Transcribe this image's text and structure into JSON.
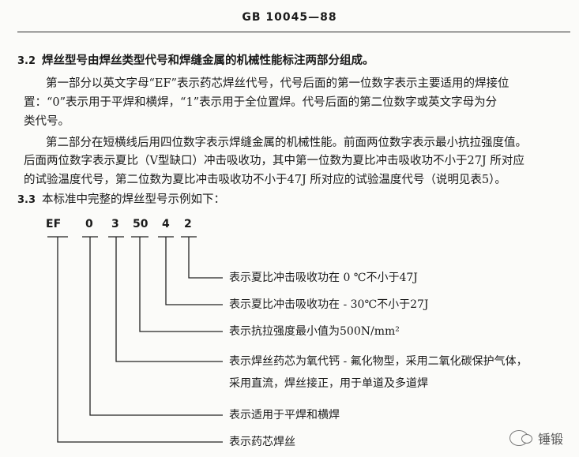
{
  "header": {
    "title": "GB 10045—88"
  },
  "sections": {
    "s32": {
      "number": "3.2",
      "heading": "焊丝型号由焊丝类型代号和焊缝金属的机械性能标注两部分组成。",
      "p1_lines": [
        "第一部分以英文字母“EF”表示药芯焊丝代号，代号后面的第一位数字表示主要适用的焊接位",
        "置：“0”表示用于平焊和横焊，“1”表示用于全位置焊。代号后面的第二位数字或英文字母为分",
        "类代号。"
      ],
      "p2_lines": [
        "第二部分在短横线后用四位数字表示焊缝金属的机械性能。前面两位数字表示最小抗拉强度值。",
        "后面两位数字表示夏比（V型缺口）冲击吸收功，其中第一位数为夏比冲击吸收功不小于27J 所对应",
        "的试验温度代号，第二位数为夏比冲击吸收功不小于47J 所对应的试验温度代号（说明见表5）。"
      ]
    },
    "s33": {
      "number": "3.3",
      "text": "本标准中完整的焊丝型号示例如下："
    }
  },
  "example": {
    "code_parts": [
      "EF",
      "0",
      "3",
      "50",
      "4",
      "2"
    ],
    "descriptions": [
      "表示夏比冲击吸收功在 0 ℃不小于47J",
      "表示夏比冲击吸收功在 - 30℃不小于27J",
      "表示抗拉强度最小值为500N/mm²",
      "表示焊丝药芯为氧代钙 - 氟化物型，采用二氧化碳保护气体，",
      "采用直流，焊丝接正，用于单道及多道焊",
      "表示适用于平焊和横焊",
      "表示药芯焊丝"
    ]
  },
  "watermark": {
    "text": "锤锻"
  }
}
